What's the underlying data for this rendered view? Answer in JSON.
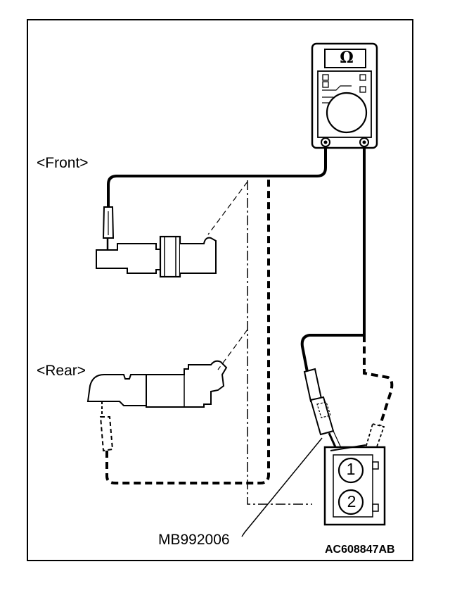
{
  "labels": {
    "front": "<Front>",
    "rear": "<Rear>",
    "tool": "MB992006",
    "code": "AC608847AB"
  },
  "tester": {
    "display_symbol": "Ω"
  },
  "connector": {
    "pins": [
      "1",
      "2"
    ]
  },
  "colors": {
    "line": "#000000",
    "background": "#ffffff"
  }
}
